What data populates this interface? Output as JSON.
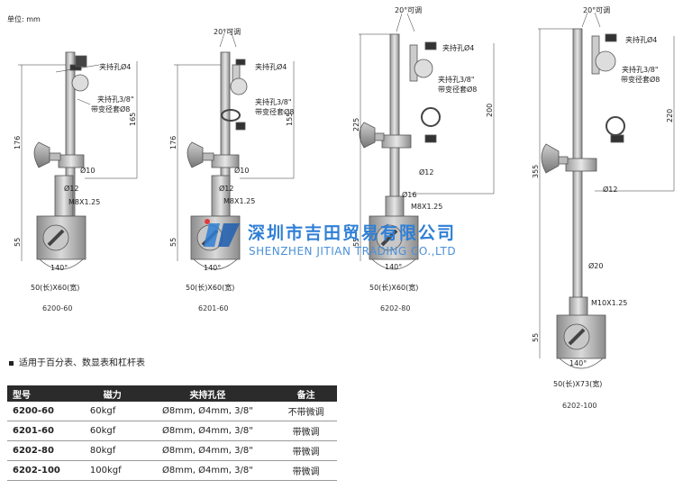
{
  "unit_label": "单位: mm",
  "models": [
    {
      "id": "6200-60",
      "total_height": "176",
      "upper_height": "165",
      "base_height": "55",
      "clamp_small": "夹持孔Ø4",
      "clamp_large_line1": "夹持孔3/8\"",
      "clamp_large_line2": "带变径套Ø8",
      "rod_top": "Ø10",
      "rod_main": "Ø12",
      "thread": "M8X1.25",
      "angle": "140°",
      "base_size": "50(长)X60(宽)"
    },
    {
      "id": "6201-60",
      "fine_adjust": "20°可调",
      "total_height": "176",
      "upper_height": "155",
      "base_height": "55",
      "clamp_small": "夹持孔Ø4",
      "clamp_large_line1": "夹持孔3/8\"",
      "clamp_large_line2": "带变径套Ø8",
      "rod_top": "Ø10",
      "rod_main": "Ø12",
      "thread": "M8X1.25",
      "angle": "140°",
      "base_size": "50(长)X60(宽)"
    },
    {
      "id": "6202-80",
      "fine_adjust": "20°可调",
      "total_height": "225",
      "upper_height": "200",
      "base_height": "55",
      "clamp_small": "夹持孔Ø4",
      "clamp_large_line1": "夹持孔3/8\"",
      "clamp_large_line2": "带变径套Ø8",
      "rod_top": "Ø12",
      "rod_main": "Ø16",
      "thread": "M8X1.25",
      "angle": "140°",
      "base_size": "50(长)X60(宽)"
    },
    {
      "id": "6202-100",
      "fine_adjust": "20°可调",
      "total_height": "355",
      "upper_height": "220",
      "base_height": "55",
      "clamp_small": "夹持孔Ø4",
      "clamp_large_line1": "夹持孔3/8\"",
      "clamp_large_line2": "带变径套Ø8",
      "rod_top": "Ø12",
      "rod_main": "Ø20",
      "thread": "M10X1.25",
      "angle": "140°",
      "base_size": "50(长)X73(宽)"
    }
  ],
  "note": "适用于百分表、数显表和杠杆表",
  "table": {
    "headers": [
      "型号",
      "磁力",
      "夹持孔径",
      "备注"
    ],
    "rows": [
      [
        "6200-60",
        "60kgf",
        "Ø8mm, Ø4mm, 3/8\"",
        "不带微调"
      ],
      [
        "6201-60",
        "60kgf",
        "Ø8mm, Ø4mm, 3/8\"",
        "带微调"
      ],
      [
        "6202-80",
        "80kgf",
        "Ø8mm, Ø4mm, 3/8\"",
        "带微调"
      ],
      [
        "6202-100",
        "100kgf",
        "Ø8mm, Ø4mm, 3/8\"",
        "带微调"
      ]
    ]
  },
  "watermark": {
    "cn": "深圳市吉田贸易有限公司",
    "en": "SHENZHEN JITIAN TRADING CO.,LTD",
    "logo_color": "#2f7fd6"
  }
}
